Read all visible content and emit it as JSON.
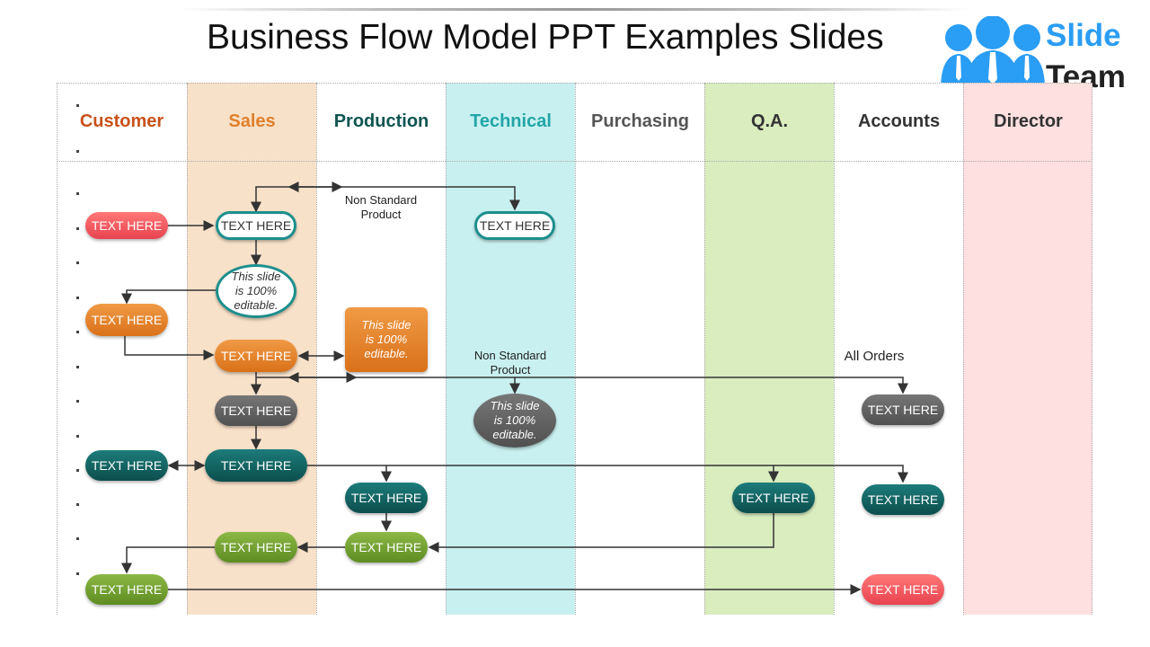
{
  "title": "Business Flow Model PPT Examples Slides",
  "logo": {
    "line1": "Slide",
    "line2": "Team"
  },
  "lanes": [
    {
      "name": "Customer",
      "color": "#c8521a",
      "bg": "#ffffff"
    },
    {
      "name": "Sales",
      "color": "#e07f2a",
      "bg": "#f8e1c9"
    },
    {
      "name": "Production",
      "color": "#0e5552",
      "bg": "#ffffff"
    },
    {
      "name": "Technical",
      "color": "#22a5a8",
      "bg": "#c9f0f0"
    },
    {
      "name": "Purchasing",
      "color": "#555555",
      "bg": "#ffffff"
    },
    {
      "name": "Q.A.",
      "color": "#333333",
      "bg": "#d9edbf"
    },
    {
      "name": "Accounts",
      "color": "#333333",
      "bg": "#ffffff"
    },
    {
      "name": "Director",
      "color": "#333333",
      "bg": "#fde0df"
    }
  ],
  "nodes": [
    {
      "text": "TEXT HERE",
      "lane": "Customer",
      "style": "red"
    },
    {
      "text": "TEXT HERE",
      "lane": "Sales",
      "style": "outline"
    },
    {
      "text": "This slide is 100% editable.",
      "lane": "Sales",
      "style": "outline"
    },
    {
      "text": "TEXT HERE",
      "lane": "Customer",
      "style": "orange"
    },
    {
      "text": "TEXT HERE",
      "lane": "Sales",
      "style": "orange"
    },
    {
      "text": "This slide is 100% editable.",
      "lane": "Production",
      "style": "orange"
    },
    {
      "text": "TEXT HERE",
      "lane": "Technical",
      "style": "outline"
    },
    {
      "text": "TEXT HERE",
      "lane": "Sales",
      "style": "gray"
    },
    {
      "text": "This slide is 100% editable.",
      "lane": "Technical",
      "style": "gray"
    },
    {
      "text": "TEXT HERE",
      "lane": "Accounts",
      "style": "gray"
    },
    {
      "text": "TEXT HERE",
      "lane": "Customer",
      "style": "teal"
    },
    {
      "text": "TEXT HERE",
      "lane": "Sales",
      "style": "teal"
    },
    {
      "text": "TEXT HERE",
      "lane": "Production",
      "style": "teal"
    },
    {
      "text": "TEXT HERE",
      "lane": "Q.A.",
      "style": "teal"
    },
    {
      "text": "TEXT HERE",
      "lane": "Accounts",
      "style": "teal"
    },
    {
      "text": "TEXT HERE",
      "lane": "Sales",
      "style": "green"
    },
    {
      "text": "TEXT HERE",
      "lane": "Production",
      "style": "green"
    },
    {
      "text": "TEXT HERE",
      "lane": "Customer",
      "style": "green"
    },
    {
      "text": "TEXT HERE",
      "lane": "Accounts",
      "style": "red"
    }
  ],
  "labels": {
    "non_standard_1": "Non Standard Product",
    "non_standard_2": "Non Standard Product",
    "all_orders": "All Orders"
  },
  "colors": {
    "logo_blue": "#2a9df4",
    "connector": "#333333"
  }
}
